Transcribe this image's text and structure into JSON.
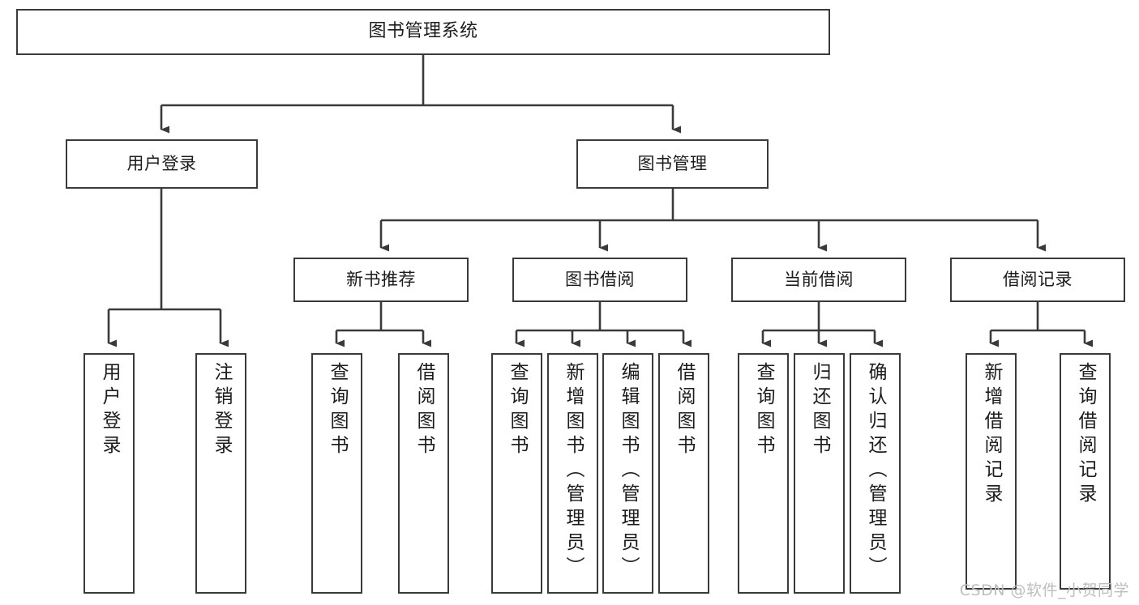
{
  "diagram": {
    "type": "tree",
    "title": "图书管理系统",
    "colors": {
      "box_border": "#3a3a3a",
      "box_fill": "#ffffff",
      "connector": "#3a3a3a",
      "text": "#1c1c1c",
      "watermark": "#bdbdbd",
      "background": "#ffffff"
    },
    "root": {
      "label": "图书管理系统"
    },
    "level2": [
      {
        "label": "用户登录"
      },
      {
        "label": "图书管理"
      }
    ],
    "level3": [
      {
        "label": "新书推荐"
      },
      {
        "label": "图书借阅"
      },
      {
        "label": "当前借阅"
      },
      {
        "label": "借阅记录"
      }
    ],
    "leaves": {
      "user_login": [
        {
          "label": "用户登录"
        },
        {
          "label": "注销登录"
        }
      ],
      "new_book_recommend": [
        {
          "label": "查询图书"
        },
        {
          "label": "借阅图书"
        }
      ],
      "book_borrow": [
        {
          "label": "查询图书"
        },
        {
          "label": "新增图书（管理员）"
        },
        {
          "label": "编辑图书（管理员）"
        },
        {
          "label": "借阅图书"
        }
      ],
      "current_borrow": [
        {
          "label": "查询图书"
        },
        {
          "label": "归还图书"
        },
        {
          "label": "确认归还（管理员）"
        }
      ],
      "borrow_record": [
        {
          "label": "新增借阅记录"
        },
        {
          "label": "查询借阅记录"
        }
      ]
    }
  },
  "watermark": {
    "text": "CSDN @软件_小贺同学"
  }
}
